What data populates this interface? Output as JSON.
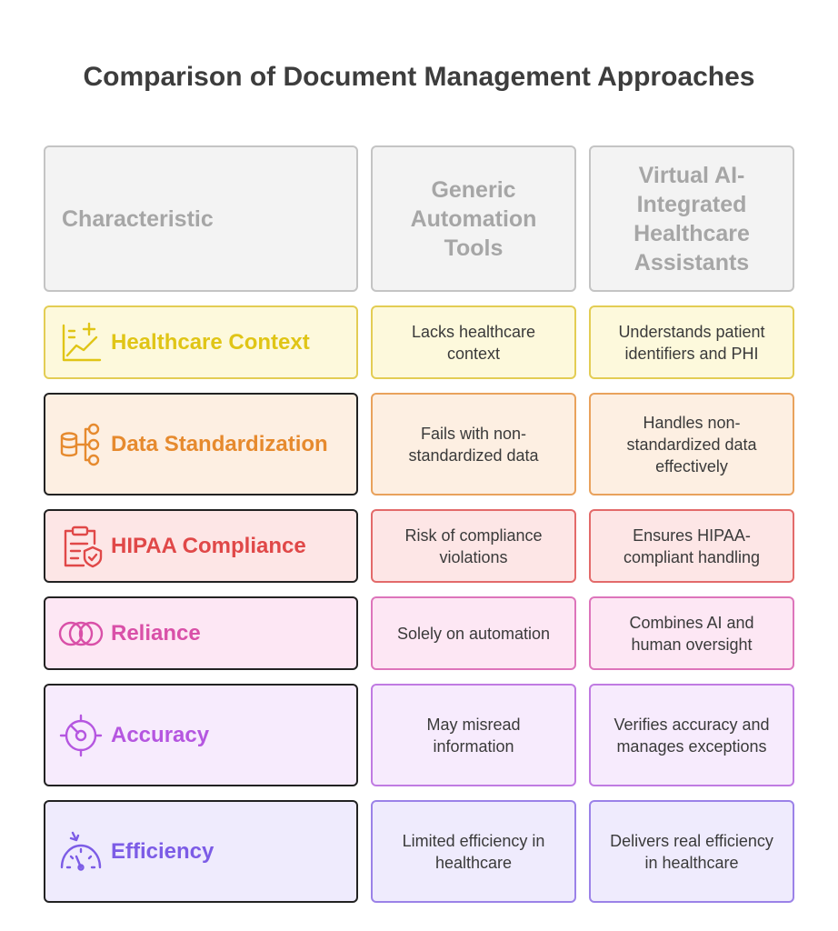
{
  "title": "Comparison of Document Management Approaches",
  "headers": {
    "characteristic": "Characteristic",
    "generic": "Generic Automation Tools",
    "virtual": "Virtual AI-Integrated Healthcare Assistants"
  },
  "rows": [
    {
      "label": "Healthcare Context",
      "icon": "chart-cross-icon",
      "color": "#e0c516",
      "bg": "#fdf9dc",
      "border": "#e3cd54",
      "generic": "Lacks healthcare context",
      "virtual": "Understands patient identifiers and PHI"
    },
    {
      "label": "Data Standardization",
      "icon": "database-hierarchy-icon",
      "color": "#e68a2e",
      "bg": "#fdefe2",
      "border": "#e9a25c",
      "generic": "Fails with non-standardized data",
      "virtual": "Handles non-standardized data effectively"
    },
    {
      "label": "HIPAA Compliance",
      "icon": "clipboard-shield-icon",
      "color": "#e04848",
      "bg": "#fde6e6",
      "border": "#e36a6a",
      "generic": "Risk of compliance violations",
      "virtual": "Ensures HIPAA-compliant handling"
    },
    {
      "label": "Reliance",
      "icon": "interlocking-circles-icon",
      "color": "#d950a8",
      "bg": "#fde7f4",
      "border": "#dd75bb",
      "generic": "Solely on automation",
      "virtual": "Combines AI and human oversight"
    },
    {
      "label": "Accuracy",
      "icon": "target-icon",
      "color": "#b556e0",
      "bg": "#f7ebfd",
      "border": "#c07be2",
      "generic": "May misread information",
      "virtual": "Verifies accuracy and manages exceptions"
    },
    {
      "label": "Efficiency",
      "icon": "speedometer-icon",
      "color": "#7c5ce6",
      "bg": "#efebfd",
      "border": "#9b82e8",
      "generic": "Limited efficiency in healthcare",
      "virtual": "Delivers real efficiency in healthcare"
    }
  ]
}
